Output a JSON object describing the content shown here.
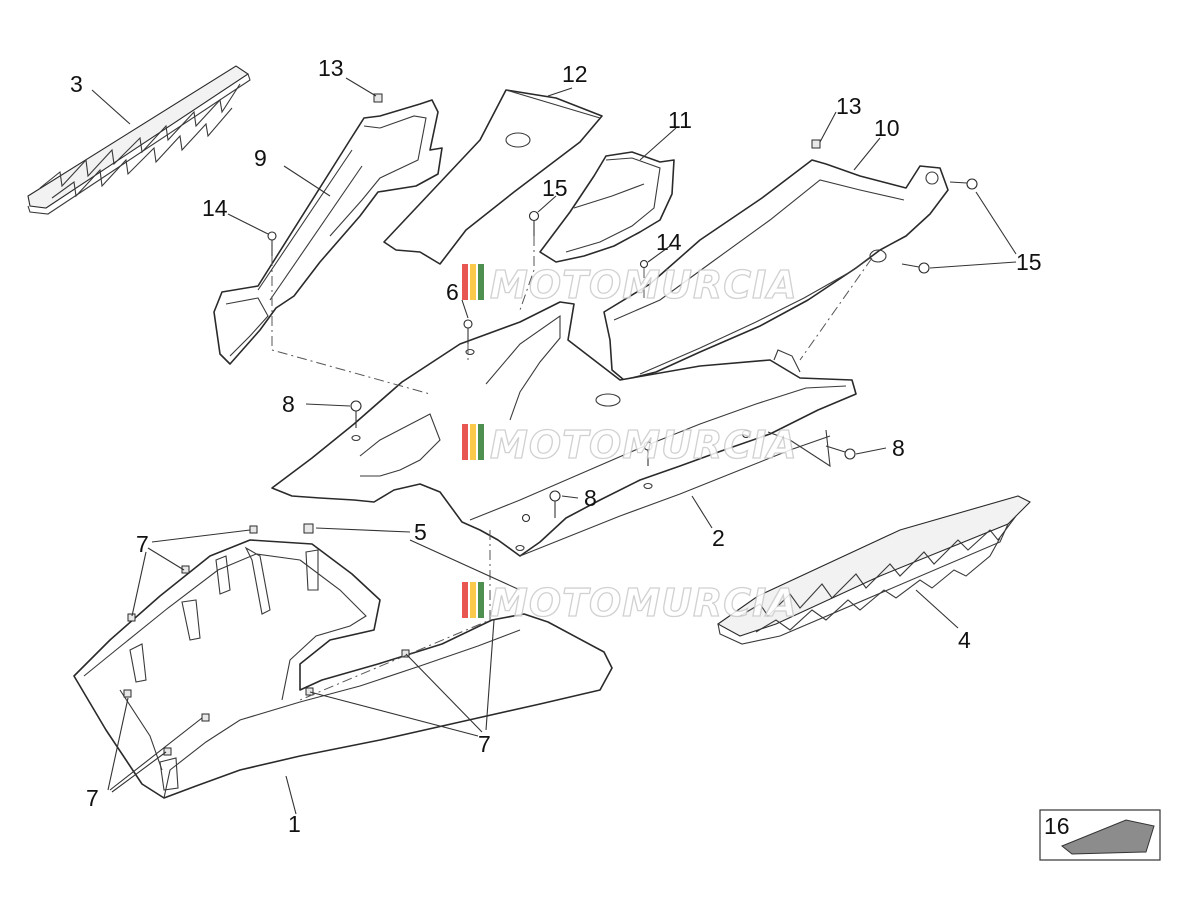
{
  "watermark": {
    "text": "MOTOMURCIA",
    "stripe_colors": [
      "#e53935",
      "#fbc02d",
      "#2e7d32"
    ]
  },
  "callouts": [
    {
      "id": "c1",
      "label": "1"
    },
    {
      "id": "c2",
      "label": "2"
    },
    {
      "id": "c3",
      "label": "3"
    },
    {
      "id": "c4",
      "label": "4"
    },
    {
      "id": "c5",
      "label": "5"
    },
    {
      "id": "c6",
      "label": "6"
    },
    {
      "id": "c7a",
      "label": "7"
    },
    {
      "id": "c7b",
      "label": "7"
    },
    {
      "id": "c7c",
      "label": "7"
    },
    {
      "id": "c8a",
      "label": "8"
    },
    {
      "id": "c8b",
      "label": "8"
    },
    {
      "id": "c8c",
      "label": "8"
    },
    {
      "id": "c9",
      "label": "9"
    },
    {
      "id": "c10",
      "label": "10"
    },
    {
      "id": "c11",
      "label": "11"
    },
    {
      "id": "c12",
      "label": "12"
    },
    {
      "id": "c13a",
      "label": "13"
    },
    {
      "id": "c13b",
      "label": "13"
    },
    {
      "id": "c14a",
      "label": "14"
    },
    {
      "id": "c14b",
      "label": "14"
    },
    {
      "id": "c15a",
      "label": "15"
    },
    {
      "id": "c15b",
      "label": "15"
    }
  ],
  "inset": {
    "label": "16"
  }
}
